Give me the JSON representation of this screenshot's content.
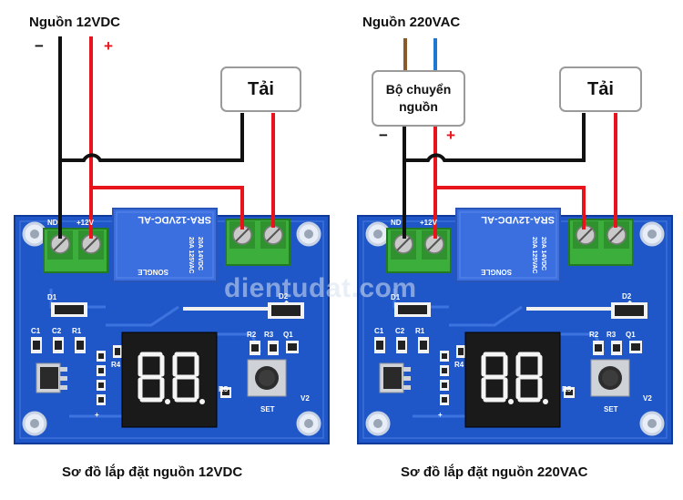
{
  "left": {
    "source_title": "Nguồn 12VDC",
    "minus": "−",
    "plus": "+",
    "load_label": "Tải",
    "caption": "Sơ đồ lắp đặt nguồn 12VDC"
  },
  "right": {
    "source_title": "Nguồn 220VAC",
    "converter_line1": "Bộ chuyển",
    "converter_line2": "nguồn",
    "minus": "−",
    "plus": "+",
    "load_label": "Tải",
    "caption": "Sơ đồ lắp đặt nguồn 220VAC"
  },
  "board": {
    "terminal_gnd": "ND",
    "terminal_12v": "+12V",
    "relay_model": "SRA-12VDC-AL",
    "relay_rating_1": "20A 14VDC",
    "relay_rating_2": "20A 125VAC",
    "relay_brand": "SONGLE",
    "d1": "D1",
    "d2": "D2",
    "c1": "C1",
    "c2": "C2",
    "r1": "R1",
    "r2": "R2",
    "r3": "R3",
    "r4": "R4",
    "r5": "R5",
    "q1": "Q1",
    "v2": "V2",
    "set": "SET",
    "plus_mark": "+"
  },
  "watermark": "dientudat.com",
  "colors": {
    "board": "#1f57c9",
    "terminal": "#3cae3c",
    "wire_red": "#e8141b",
    "wire_black": "#111111",
    "wire_brown": "#8a5a2b",
    "wire_blue": "#1e78d2",
    "relay": "#3b6fe0",
    "display": "#1a1a1a",
    "segment": "#f4f4f4"
  }
}
